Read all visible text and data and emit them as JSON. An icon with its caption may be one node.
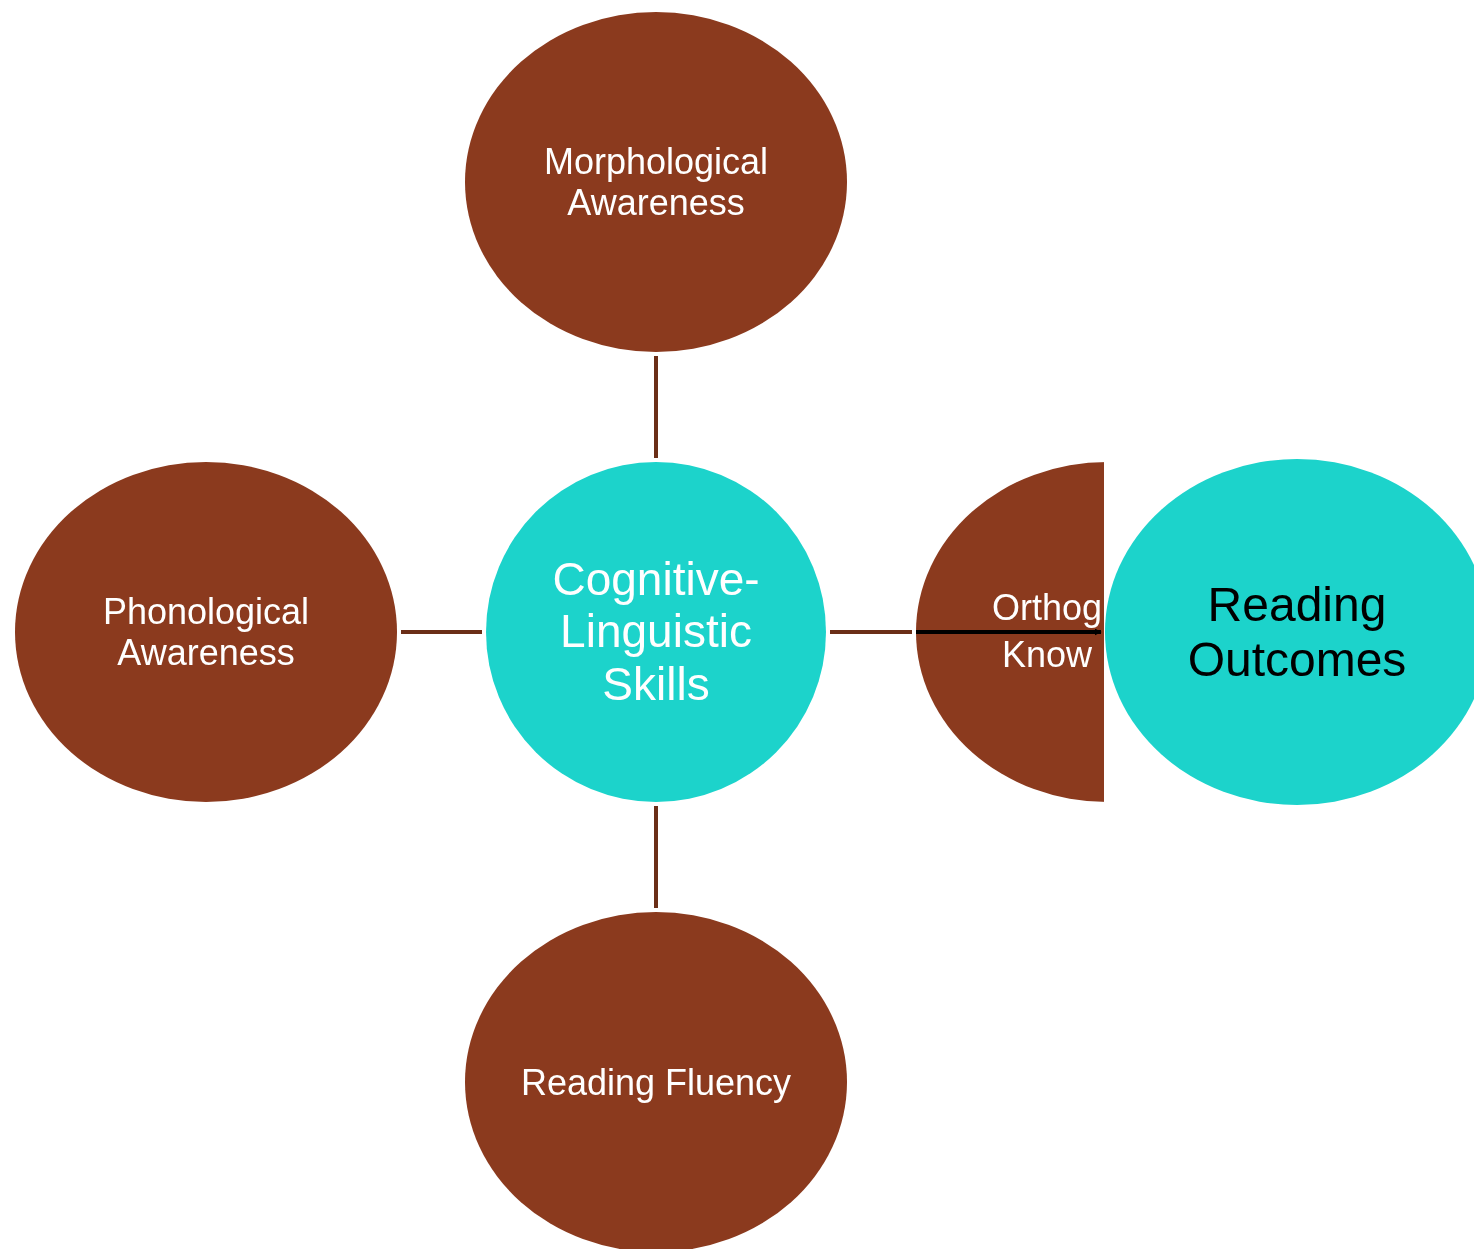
{
  "diagram": {
    "nodes": [
      {
        "text": [
          "Morphological Awareness"
        ]
      },
      {
        "text": [
          "Phonological Awareness"
        ]
      },
      {
        "text": [
          "Cognitive-Linguistic Skills"
        ]
      },
      {
        "text": [
          "Orthog Know"
        ]
      },
      {
        "text": [
          "Reading Fluency"
        ]
      },
      {
        "text": [
          "Reading Outcomes"
        ]
      }
    ],
    "edges": [
      {
        "from": 2,
        "to": 0,
        "arrow": "none"
      },
      {
        "from": 2,
        "to": 1,
        "arrow": "none"
      },
      {
        "from": 2,
        "to": 4,
        "arrow": "none"
      },
      {
        "from": 2,
        "to": 3,
        "arrow": "none"
      },
      {
        "from": 3,
        "to": 5,
        "arrow": "to",
        "color": "#000000"
      }
    ]
  }
}
